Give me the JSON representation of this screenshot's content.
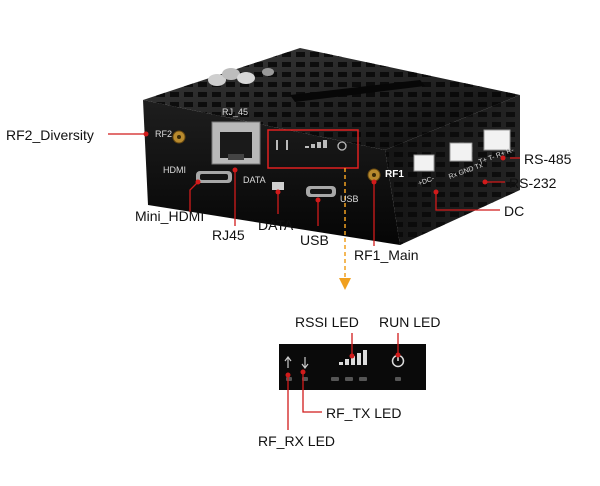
{
  "device": {
    "port_prints": {
      "rj45": "RJ_45",
      "hdmi": "HDMI",
      "data": "DATA",
      "usb": "USB",
      "rf1": "RF1",
      "rf2": "RF2",
      "dc": "+DC-",
      "rs232": "Rx GND Tx",
      "rs485": "T+ T- R+ R-"
    }
  },
  "callouts": {
    "rf2_diversity": "RF2_Diversity",
    "mini_hdmi": "Mini_HDMI",
    "rj45": "RJ45",
    "data": "DATA",
    "usb": "USB",
    "rf1_main": "RF1_Main",
    "rs485": "RS-485",
    "rs232": "RS-232",
    "dc": "DC"
  },
  "led_panel": {
    "rssi_led": "RSSI LED",
    "run_led": "RUN LED",
    "rf_tx_led": "RF_TX LED",
    "rf_rx_led": "RF_RX LED"
  },
  "colors": {
    "callout_line": "#d11b1b",
    "arrow": "#f0a020",
    "box_body": "#141414",
    "highlight_box": "#e02020"
  }
}
